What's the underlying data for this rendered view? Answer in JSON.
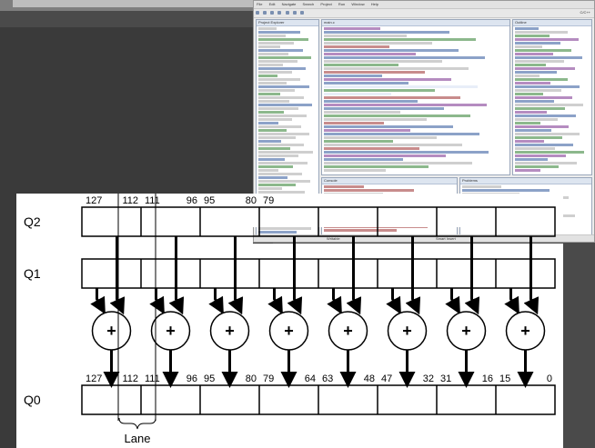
{
  "ide": {
    "menu_items": [
      "File",
      "Edit",
      "Navigate",
      "Search",
      "Project",
      "Run",
      "Window",
      "Help"
    ],
    "perspective_label": "C/C++",
    "tabs": {
      "project_explorer": "Project Explorer",
      "editor": "main.c",
      "outline": "Outline",
      "console": "Console",
      "problems": "Problems"
    },
    "status_left": "Writable",
    "status_right": "Smart Insert"
  },
  "diagram": {
    "rows": [
      "Q2",
      "Q1",
      "Q0"
    ],
    "top_bit_labels": [
      "127",
      "112",
      "111",
      "96",
      "95",
      "80",
      "79"
    ],
    "bottom_bit_labels": [
      "127",
      "112",
      "111",
      "96",
      "95",
      "80",
      "79",
      "64",
      "63",
      "48",
      "47",
      "32",
      "31",
      "16",
      "15",
      "0"
    ],
    "operator": "+",
    "lane_label": "Lane",
    "lane_count": 8,
    "colors": {
      "background": "#ffffff",
      "stroke": "#000000"
    }
  }
}
